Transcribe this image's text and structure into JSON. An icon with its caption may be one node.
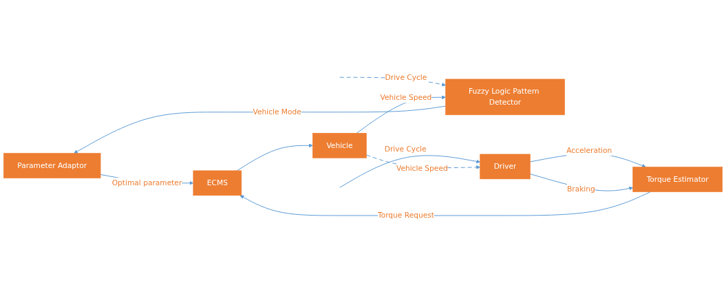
{
  "diagram": {
    "nodes": [
      {
        "text": [
          "Parameter Adaptor"
        ]
      },
      {
        "text": [
          "Fuzzy Logic Pattern Detector"
        ]
      },
      {
        "text": [
          "Vehicle"
        ]
      },
      {
        "text": [
          "Driver"
        ]
      },
      {
        "text": [
          "Torque Estimator"
        ]
      },
      {
        "text": [
          "ECMS"
        ]
      }
    ],
    "edges": [
      {
        "from": null,
        "to": 1,
        "arrow": "to",
        "label": "Drive Cycle",
        "style": "dashed"
      },
      {
        "from": 1,
        "to": 0,
        "arrow": "to",
        "label": "Vehicle Mode"
      },
      {
        "from": 2,
        "to": 1,
        "arrow": "to",
        "label": "Vehicle Speed"
      },
      {
        "from": 0,
        "to": 5,
        "arrow": "to",
        "label": "Optimal parameter"
      },
      {
        "from": null,
        "to": 3,
        "arrow": "to",
        "label": "Drive Cycle"
      },
      {
        "from": 3,
        "to": 4,
        "arrow": "to",
        "label": "Acceleration"
      },
      {
        "from": 3,
        "to": 4,
        "arrow": "to",
        "label": "Braking"
      },
      {
        "from": 4,
        "to": 5,
        "arrow": "to",
        "label": "Torque Request"
      },
      {
        "from": 5,
        "to": 2,
        "arrow": "to"
      },
      {
        "from": 2,
        "to": 3,
        "arrow": "to",
        "label": "Vehicle Speed",
        "style": "dashed"
      }
    ]
  }
}
